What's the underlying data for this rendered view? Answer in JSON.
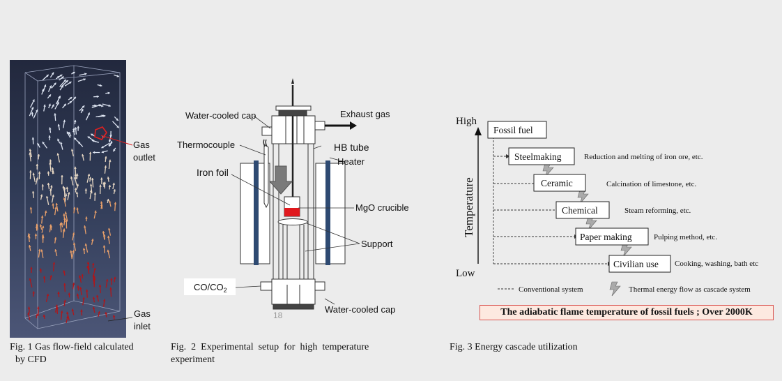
{
  "fig1": {
    "caption_line1": "Fig. 1 Gas flow-field calculated",
    "caption_line2": "by CFD",
    "gas_outlet_label": [
      "Gas",
      "outlet"
    ],
    "gas_inlet_label": [
      "Gas",
      "inlet"
    ]
  },
  "fig2": {
    "caption_line1": "Fig.  2  Experimental  setup  for  high  temperature",
    "caption_line2": "experiment",
    "labels": {
      "water_cooled_cap_top": "Water-cooled cap",
      "exhaust_gas": "Exhaust gas",
      "thermocouple": "Thermocouple",
      "hb_tube": "HB tube",
      "heater": "Heater",
      "iron_foil": "Iron foil",
      "mgo_crucible": "MgO crucible",
      "support": "Support",
      "co_co2": "CO/CO",
      "co_co2_sub": "2",
      "water_cooled_cap_bottom": "Water-cooled cap",
      "stray_number": "18"
    }
  },
  "fig3": {
    "caption": "Fig. 3 Energy cascade utilization",
    "axis_high": "High",
    "axis_low": "Low",
    "axis_label": "Temperature",
    "stages": [
      {
        "name": "Fossil fuel",
        "desc": ""
      },
      {
        "name": "Steelmaking",
        "desc": "Reduction and melting of iron ore, etc."
      },
      {
        "name": "Ceramic",
        "desc": "Calcination of limestone, etc."
      },
      {
        "name": "Chemical",
        "desc": "Steam reforming, etc."
      },
      {
        "name": "Paper making",
        "desc": "Pulping method, etc."
      },
      {
        "name": "Civilian use",
        "desc": "Cooking, washing, bath etc"
      }
    ],
    "legend_conventional": "Conventional system",
    "legend_thermal": "Thermal energy flow as  cascade system",
    "note": "The adiabatic flame temperature of fossil fuels ;  Over 2000K"
  },
  "colors": {
    "background": "#ececec",
    "note_border": "#d9534f",
    "note_fill": "#fde9e0",
    "heater_blue": "#2e4a72",
    "crucible_red": "#e0191e"
  }
}
